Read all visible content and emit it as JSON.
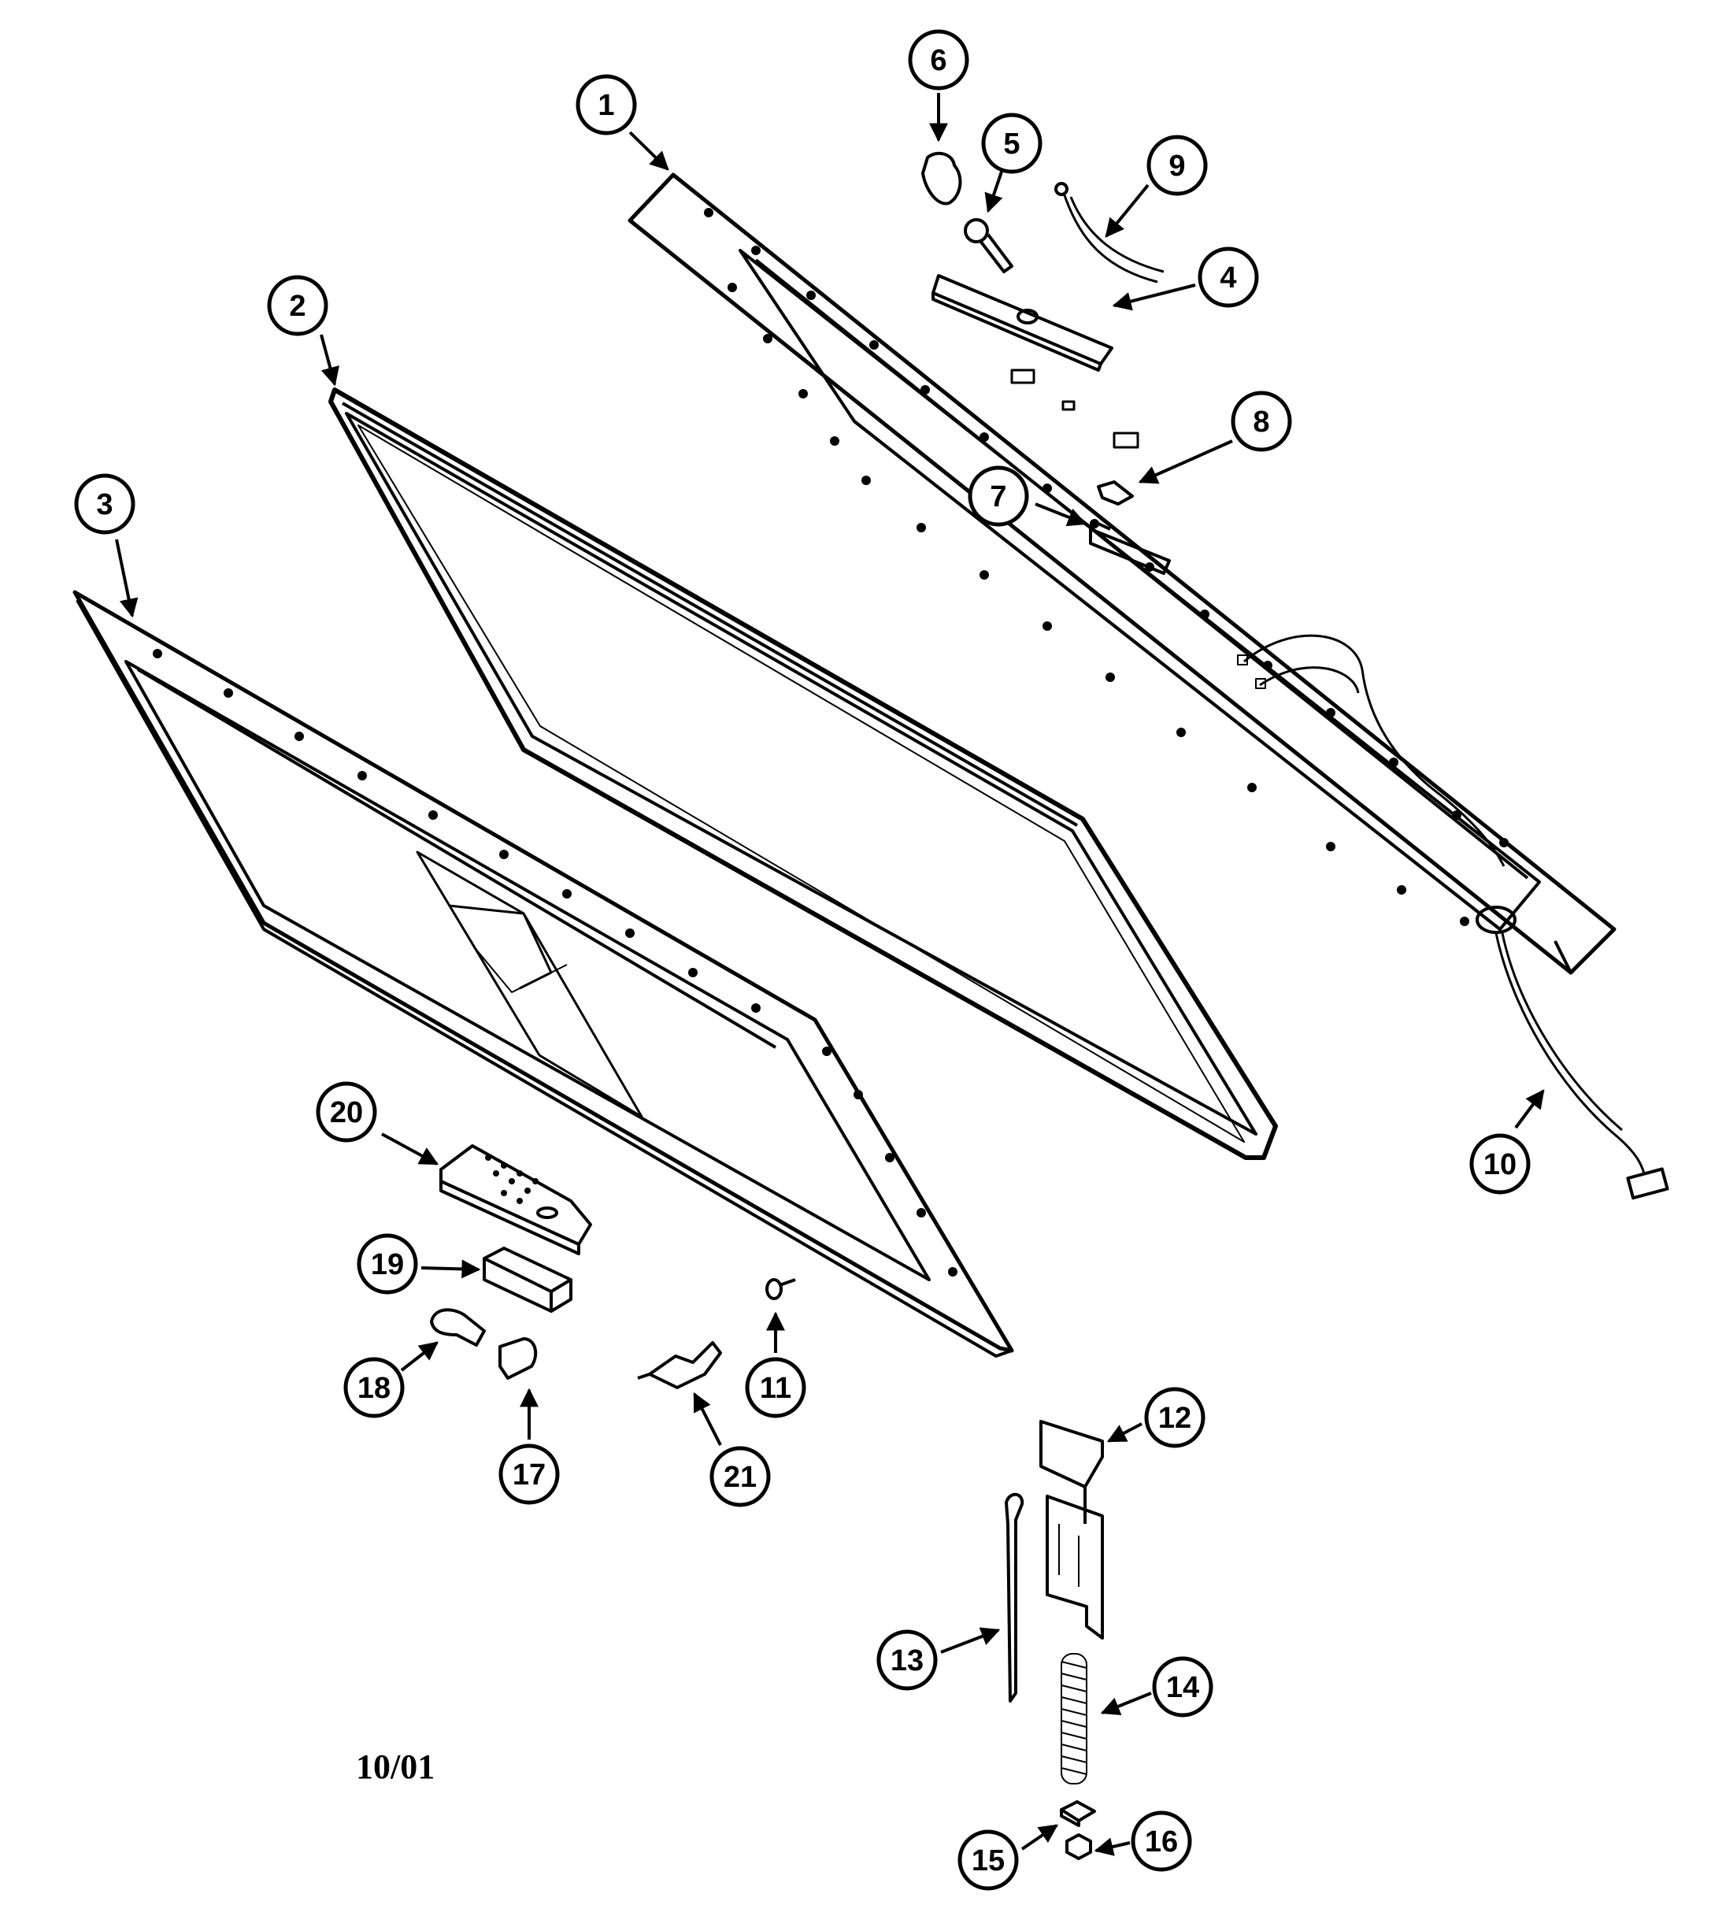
{
  "diagram": {
    "footer_date": "10/01",
    "callouts": [
      {
        "id": 1,
        "label": "1",
        "part": "lid-liner-frame"
      },
      {
        "id": 2,
        "label": "2",
        "part": "lid-gasket"
      },
      {
        "id": 3,
        "label": "3",
        "part": "lid-panel"
      },
      {
        "id": 4,
        "label": "4",
        "part": "light-bracket"
      },
      {
        "id": 5,
        "label": "5",
        "part": "light-socket"
      },
      {
        "id": 6,
        "label": "6",
        "part": "light-bulb"
      },
      {
        "id": 7,
        "label": "7",
        "part": "switch-bracket"
      },
      {
        "id": 8,
        "label": "8",
        "part": "clip"
      },
      {
        "id": 9,
        "label": "9",
        "part": "wire-lead"
      },
      {
        "id": 10,
        "label": "10",
        "part": "wire-harness"
      },
      {
        "id": 11,
        "label": "11",
        "part": "screw"
      },
      {
        "id": 12,
        "label": "12",
        "part": "hinge"
      },
      {
        "id": 13,
        "label": "13",
        "part": "hinge-rod"
      },
      {
        "id": 14,
        "label": "14",
        "part": "hinge-spring"
      },
      {
        "id": 15,
        "label": "15",
        "part": "spring-seat"
      },
      {
        "id": 16,
        "label": "16",
        "part": "nut"
      },
      {
        "id": 17,
        "label": "17",
        "part": "lock-cylinder-housing"
      },
      {
        "id": 18,
        "label": "18",
        "part": "lock-cylinder"
      },
      {
        "id": 19,
        "label": "19",
        "part": "latch-bracket"
      },
      {
        "id": 20,
        "label": "20",
        "part": "lock-cover"
      },
      {
        "id": 21,
        "label": "21",
        "part": "latch"
      }
    ]
  }
}
